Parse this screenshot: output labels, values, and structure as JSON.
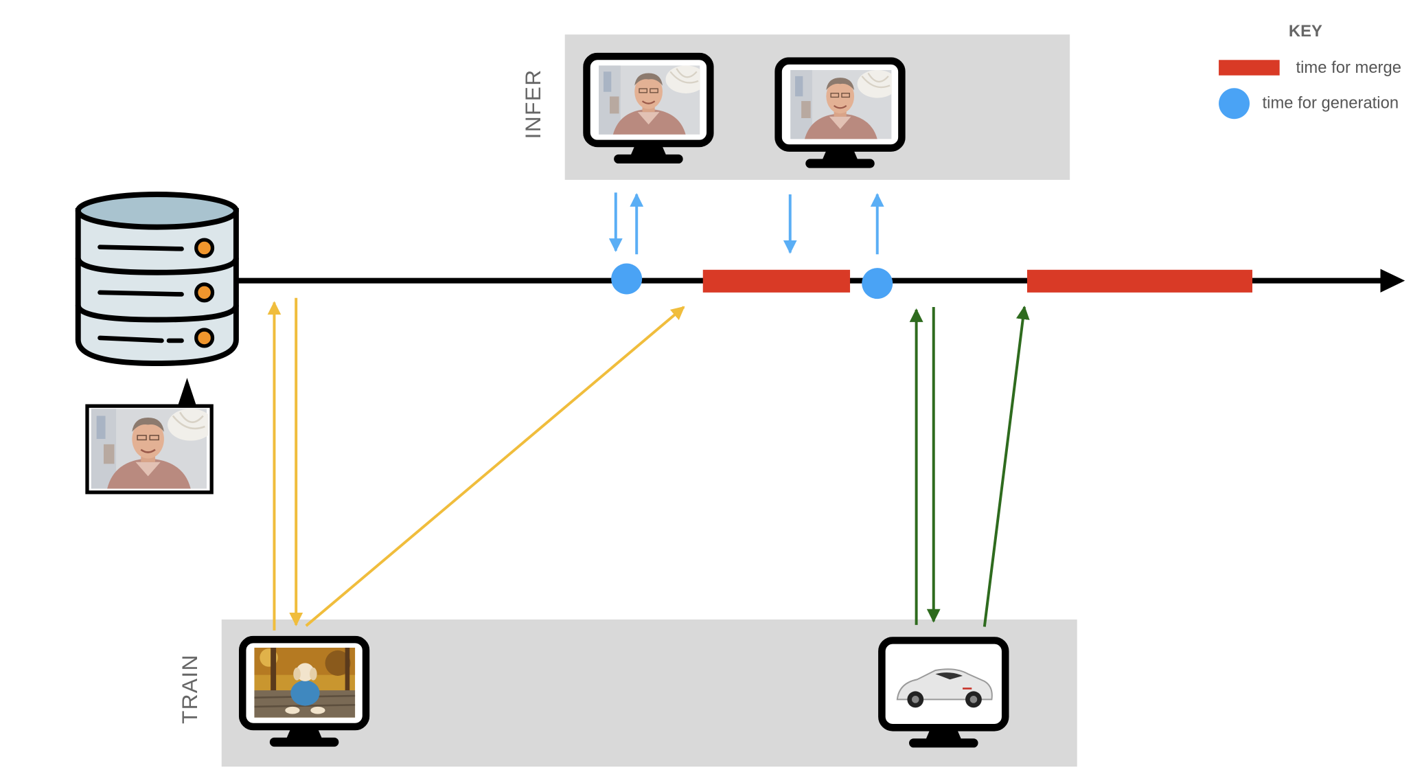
{
  "panels": {
    "infer_label": "INFER",
    "train_label": "TRAIN"
  },
  "legend": {
    "title": "KEY",
    "merge_label": "time for merge",
    "generation_label": "time for generation"
  },
  "colors": {
    "merge": "#d93a26",
    "generation": "#4aa3f5",
    "inference_arrows": "#5aaef5",
    "train_arrows_a": "#f0bd3c",
    "train_arrows_b": "#2e6b1e",
    "panel_bg": "#d9d9d9",
    "timeline": "#000000"
  },
  "icons": {
    "database": "database-server-icon",
    "monitor": "monitor-icon",
    "person_photo": "person-portrait-photo",
    "dog_photo": "dog-photo",
    "car_photo": "white-convertible-car-photo"
  }
}
